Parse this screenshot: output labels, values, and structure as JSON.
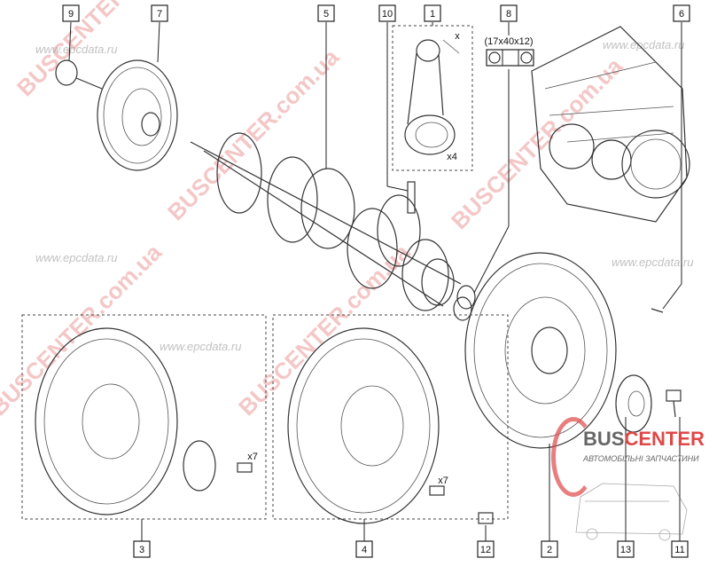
{
  "callouts": {
    "c9": "9",
    "c7": "7",
    "c5": "5",
    "c10": "10",
    "c1": "1",
    "c8": "8",
    "c6": "6",
    "c3": "3",
    "c4": "4",
    "c12": "12",
    "c2": "2",
    "c13": "13",
    "c11": "11"
  },
  "annotations": {
    "bearing_size": "(17x40x12)",
    "x_mark": "x",
    "qty_rods": "x4",
    "qty_bolts_3": "x7",
    "qty_bolts_4": "x7"
  },
  "watermarks": {
    "site": "BUSCENTER.com.ua",
    "epc": "www.epcdata.ru"
  },
  "logo": {
    "part1": "BUS",
    "part2": "CENTER",
    "subtitle": "АВТОМОБІЛЬНІ ЗАПЧАСТИНИ"
  },
  "colors": {
    "brand_red": "#e04848",
    "brand_gray": "#666666"
  }
}
